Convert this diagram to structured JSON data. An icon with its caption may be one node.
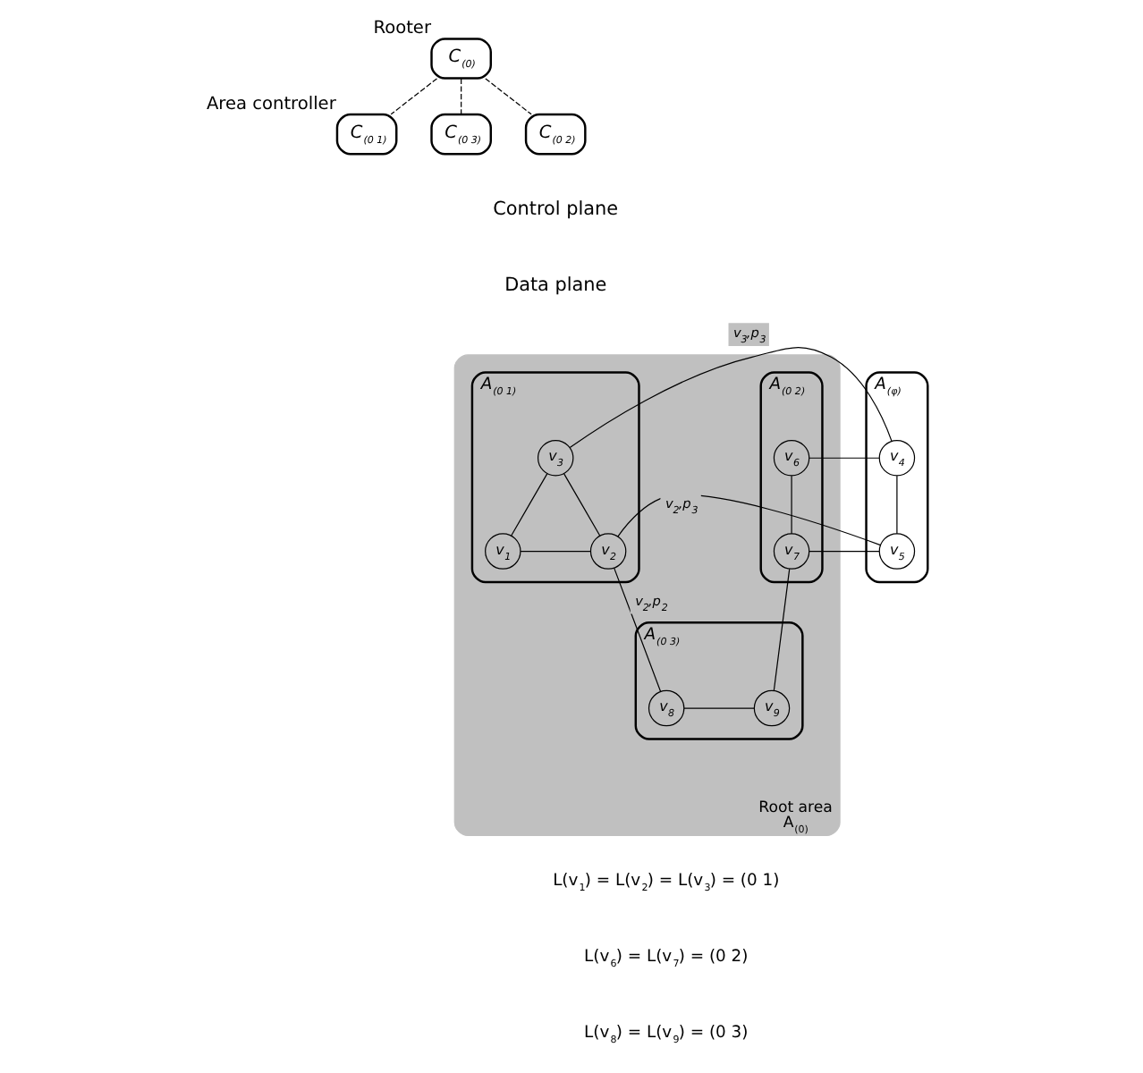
{
  "diagram": {
    "nodes": [
      {
        "text": [
          "C$_{(0)}$"
        ],
        "beside": [
          "Rooter"
        ]
      },
      {
        "text": [
          "C$_{(0 1)}$"
        ],
        "beside": [
          "Area controller"
        ]
      },
      {
        "text": [
          "C$_{(0 3)}$"
        ]
      },
      {
        "text": [
          "C$_{(0 2)}$"
        ]
      },
      {
        "text": [
          "Root area",
          "A$_{(0)}$"
        ]
      },
      {
        "text": [
          "A$_{(0 1)}$"
        ],
        "in": 4
      },
      {
        "text": [
          "v$_{3}$"
        ],
        "in": 5
      },
      {
        "text": [
          "v$_{1}$"
        ],
        "in": 5
      },
      {
        "text": [
          "v$_{2}$"
        ],
        "in": 5
      },
      {
        "text": [
          "A$_{(φ)}$"
        ]
      },
      {
        "text": [
          "v$_{4}$"
        ],
        "in": 9
      },
      {
        "text": [
          "v$_{5}$"
        ],
        "in": 9
      },
      {
        "text": [
          "A$_{(0 2)}$"
        ],
        "in": 4
      },
      {
        "text": [
          "v$_{6}$"
        ],
        "in": 12
      },
      {
        "text": [
          "v$_{7}$"
        ],
        "in": 12
      },
      {
        "text": [
          "A$_{(0 3)}$"
        ],
        "in": 4
      },
      {
        "text": [
          "v$_{8}$"
        ],
        "in": 15
      },
      {
        "text": [
          "v$_{9}$"
        ],
        "in": 15
      }
    ],
    "edges": [
      {
        "from": 0,
        "to": 1,
        "arrow": "none",
        "style": "dashed"
      },
      {
        "from": 0,
        "to": 2,
        "arrow": "none",
        "style": "dashed"
      },
      {
        "from": 0,
        "to": 3,
        "arrow": "none",
        "style": "dashed"
      },
      {
        "from": 6,
        "to": 7,
        "arrow": "none"
      },
      {
        "from": 6,
        "to": 8,
        "arrow": "none"
      },
      {
        "from": 7,
        "to": 8,
        "arrow": "none"
      },
      {
        "from": 6,
        "to": 10,
        "arrow": "none",
        "label": "v$_{3}$,p$_{3}$"
      },
      {
        "from": 8,
        "to": 11,
        "arrow": "none",
        "label": "v$_{2}$,p$_{3}$"
      },
      {
        "from": 8,
        "to": 16,
        "arrow": "none",
        "label": "v$_{2}$,p$_{2}$"
      },
      {
        "from": 10,
        "to": 11,
        "arrow": "none"
      },
      {
        "from": 10,
        "to": 13,
        "arrow": "none"
      },
      {
        "from": 11,
        "to": 14,
        "arrow": "none"
      },
      {
        "from": 13,
        "to": 14,
        "arrow": "none"
      },
      {
        "from": 16,
        "to": 17,
        "arrow": "none"
      },
      {
        "from": 17,
        "to": 14,
        "arrow": "none"
      }
    ],
    "labels": [
      "Control plane",
      "Data plane",
      "L(v$_{1}$) = L(v$_{2}$) = L(v$_{3}$) = (0 1)",
      "L(v$_{6}$) = L(v$_{7}$) = (0 2)",
      "L(v$_{8}$) = L(v$_{9}$) = (0 3)"
    ]
  }
}
